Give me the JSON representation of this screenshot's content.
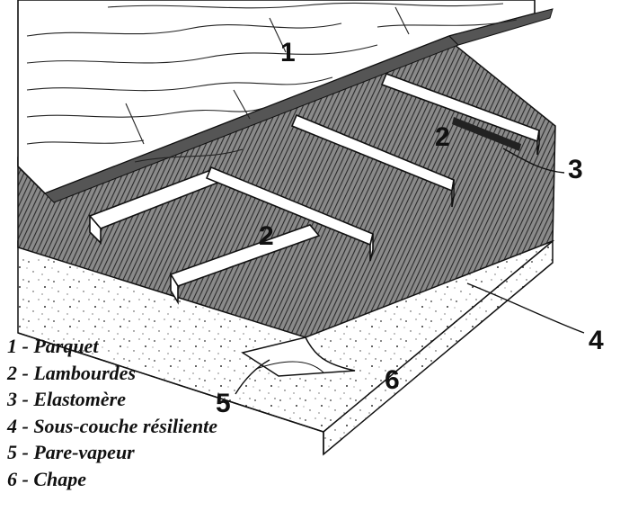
{
  "callouts": {
    "parquet": "1",
    "lambourdes_back": "2",
    "lambourdes_front": "2",
    "elastomere": "3",
    "sous_couche": "4",
    "pare_vapeur": "5",
    "chape": "6"
  },
  "legend": [
    "1 - Parquet",
    "2 - Lambourdes",
    "3 - Elastomère",
    "4 - Sous-couche résiliente",
    "5 - Pare-vapeur",
    "6 - Chape"
  ]
}
